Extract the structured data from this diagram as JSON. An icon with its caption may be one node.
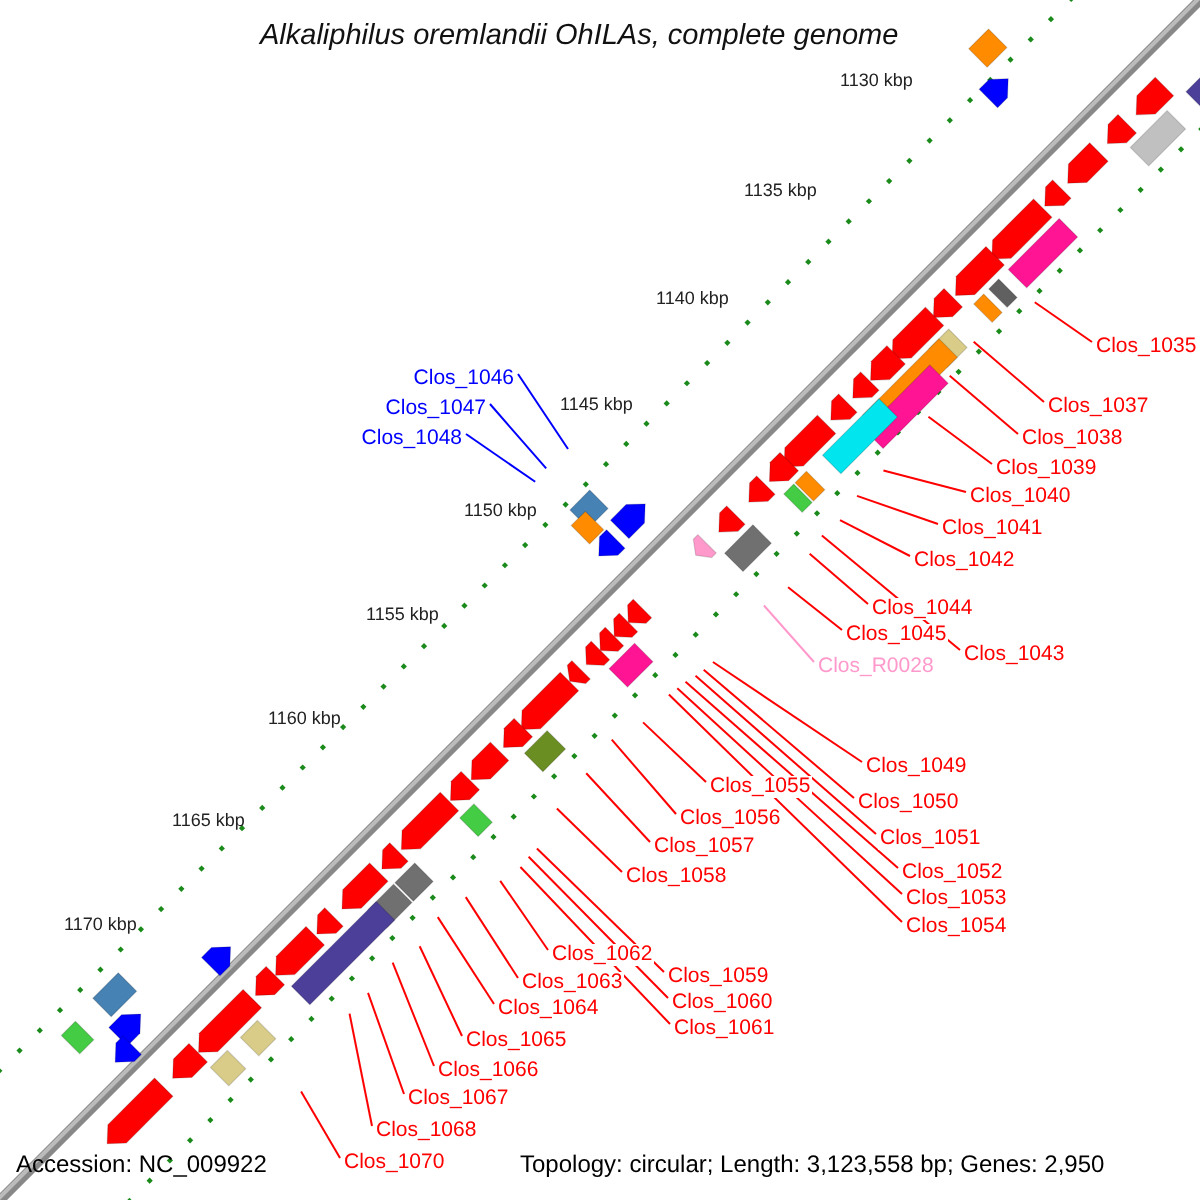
{
  "diagram": {
    "title": "Alkaliphilus oremlandii OhILAs, complete genome",
    "nodes": [
      {
        "text": [
          "Clos_1035"
        ]
      },
      {
        "text": [
          "Clos_1037"
        ]
      },
      {
        "text": [
          "Clos_1038"
        ]
      },
      {
        "text": [
          "Clos_1039"
        ]
      },
      {
        "text": [
          "Clos_1040"
        ]
      },
      {
        "text": [
          "Clos_1041"
        ]
      },
      {
        "text": [
          "Clos_1042"
        ]
      },
      {
        "text": [
          "Clos_1046"
        ]
      },
      {
        "text": [
          "Clos_1047"
        ]
      },
      {
        "text": [
          "Clos_1048"
        ]
      },
      {
        "text": [
          "Clos_1044"
        ]
      },
      {
        "text": [
          "Clos_1045"
        ]
      },
      {
        "text": [
          "Clos_1043"
        ]
      },
      {
        "text": [
          "Clos_R0028"
        ]
      },
      {
        "text": [
          "Clos_1049"
        ]
      },
      {
        "text": [
          "Clos_1050"
        ]
      },
      {
        "text": [
          "Clos_1051"
        ]
      },
      {
        "text": [
          "Clos_1052"
        ]
      },
      {
        "text": [
          "Clos_1053"
        ]
      },
      {
        "text": [
          "Clos_1054"
        ]
      },
      {
        "text": [
          "Clos_1055"
        ]
      },
      {
        "text": [
          "Clos_1056"
        ]
      },
      {
        "text": [
          "Clos_1057"
        ]
      },
      {
        "text": [
          "Clos_1058"
        ]
      },
      {
        "text": [
          "Clos_1059"
        ]
      },
      {
        "text": [
          "Clos_1060"
        ]
      },
      {
        "text": [
          "Clos_1061"
        ]
      },
      {
        "text": [
          "Clos_1062"
        ]
      },
      {
        "text": [
          "Clos_1063"
        ]
      },
      {
        "text": [
          "Clos_1064"
        ]
      },
      {
        "text": [
          "Clos_1065"
        ]
      },
      {
        "text": [
          "Clos_1066"
        ]
      },
      {
        "text": [
          "Clos_1067"
        ]
      },
      {
        "text": [
          "Clos_1068"
        ]
      },
      {
        "text": [
          "Clos_1070"
        ]
      }
    ],
    "edges": [
      {
        "from": 0,
        "to": null,
        "arrow": "none"
      },
      {
        "from": 1,
        "to": null,
        "arrow": "none"
      },
      {
        "from": 2,
        "to": null,
        "arrow": "none"
      },
      {
        "from": 3,
        "to": null,
        "arrow": "none"
      },
      {
        "from": 4,
        "to": null,
        "arrow": "none"
      },
      {
        "from": 5,
        "to": null,
        "arrow": "none"
      },
      {
        "from": 6,
        "to": null,
        "arrow": "none"
      },
      {
        "from": 7,
        "to": null,
        "arrow": "none",
        "color": "#0000ff"
      },
      {
        "from": 8,
        "to": null,
        "arrow": "none",
        "color": "#0000ff"
      },
      {
        "from": 9,
        "to": null,
        "arrow": "none",
        "color": "#0000ff"
      },
      {
        "from": 10,
        "to": null,
        "arrow": "none"
      },
      {
        "from": 11,
        "to": null,
        "arrow": "none"
      },
      {
        "from": 12,
        "to": null,
        "arrow": "none"
      },
      {
        "from": 13,
        "to": null,
        "arrow": "none",
        "color": "#ff99cc"
      },
      {
        "from": 14,
        "to": null,
        "arrow": "none"
      },
      {
        "from": 15,
        "to": null,
        "arrow": "none"
      },
      {
        "from": 16,
        "to": null,
        "arrow": "none"
      },
      {
        "from": 17,
        "to": null,
        "arrow": "none"
      },
      {
        "from": 18,
        "to": null,
        "arrow": "none"
      },
      {
        "from": 19,
        "to": null,
        "arrow": "none"
      },
      {
        "from": 20,
        "to": null,
        "arrow": "none"
      },
      {
        "from": 21,
        "to": null,
        "arrow": "none"
      },
      {
        "from": 22,
        "to": null,
        "arrow": "none"
      },
      {
        "from": 23,
        "to": null,
        "arrow": "none"
      },
      {
        "from": 24,
        "to": null,
        "arrow": "none"
      },
      {
        "from": 25,
        "to": null,
        "arrow": "none"
      },
      {
        "from": 26,
        "to": null,
        "arrow": "none"
      },
      {
        "from": 27,
        "to": null,
        "arrow": "none"
      },
      {
        "from": 28,
        "to": null,
        "arrow": "none"
      },
      {
        "from": 29,
        "to": null,
        "arrow": "none"
      },
      {
        "from": 30,
        "to": null,
        "arrow": "none"
      },
      {
        "from": 31,
        "to": null,
        "arrow": "none"
      },
      {
        "from": 32,
        "to": null,
        "arrow": "none"
      },
      {
        "from": 33,
        "to": null,
        "arrow": "none"
      },
      {
        "from": 34,
        "to": null,
        "arrow": "none"
      }
    ],
    "labels": [
      "1130 kbp",
      "1135 kbp",
      "1140 kbp",
      "1145 kbp",
      "1150 kbp",
      "1155 kbp",
      "1160 kbp",
      "1165 kbp",
      "1170 kbp",
      "Accession: NC_009922",
      "Topology: circular; Length: 3,123,558 bp; Genes: 2,950"
    ]
  }
}
